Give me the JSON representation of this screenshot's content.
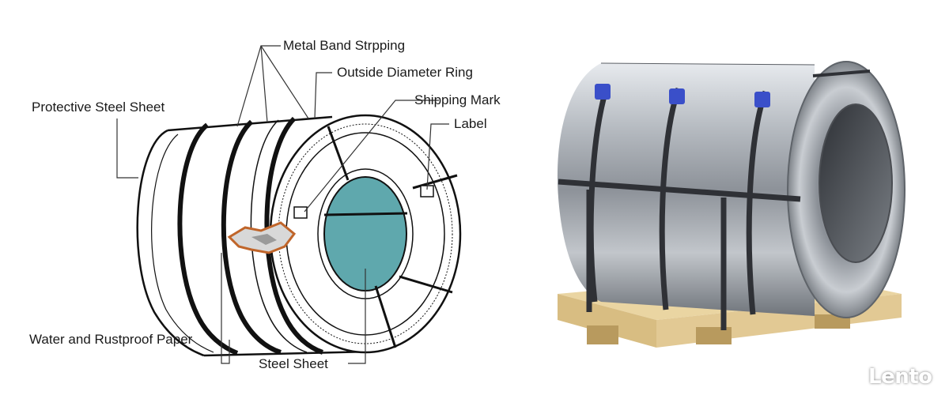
{
  "diagram": {
    "labels": {
      "metal_band": "Metal Band Strpping",
      "outside_ring": "Outside Diameter Ring",
      "protective_sheet": "Protective Steel Sheet",
      "shipping_mark": "Shipping Mark",
      "label": "Label",
      "paper": "Water and Rustproof Paper",
      "steel_sheet": "Steel Sheet"
    },
    "colors": {
      "core": "#5fa8ad",
      "paper_outline": "#c0652a",
      "line": "#111111"
    }
  },
  "photo": {
    "description_icon": "steel-coil-on-pallet",
    "colors": {
      "steel": "#a9aeb4",
      "wood": "#e4cc96",
      "clip": "#3a4fc9"
    }
  },
  "watermark": {
    "logo_text": "Lento"
  }
}
